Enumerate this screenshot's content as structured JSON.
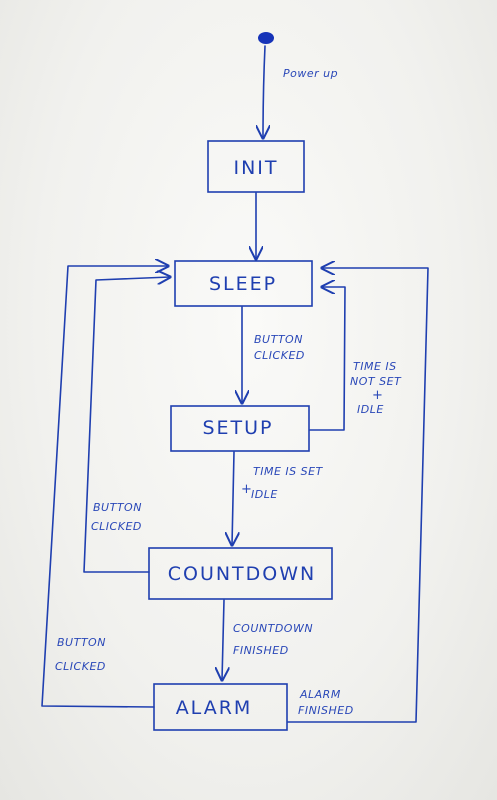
{
  "start_label": "Power up",
  "states": {
    "init": "INIT",
    "sleep": "SLEEP",
    "setup": "SETUP",
    "countdown": "COUNTDOWN",
    "alarm": "ALARM"
  },
  "transitions": {
    "sleep_to_setup": [
      "BUTTON",
      "CLICKED"
    ],
    "setup_to_sleep": [
      "TIME IS",
      "NOT SET",
      "IDLE"
    ],
    "setup_to_countdown": [
      "TIME IS SET",
      "IDLE"
    ],
    "countdown_to_sleep": [
      "BUTTON",
      "CLICKED"
    ],
    "countdown_to_alarm": [
      "COUNTDOWN",
      "FINISHED"
    ],
    "alarm_to_sleep_left": [
      "BUTTON",
      "CLICKED"
    ],
    "alarm_to_sleep_right": [
      "ALARM",
      "FINISHED"
    ]
  },
  "plus_sign": "+",
  "colors": {
    "ink": "#1f3fb0",
    "paper": "#f4f4f2"
  }
}
